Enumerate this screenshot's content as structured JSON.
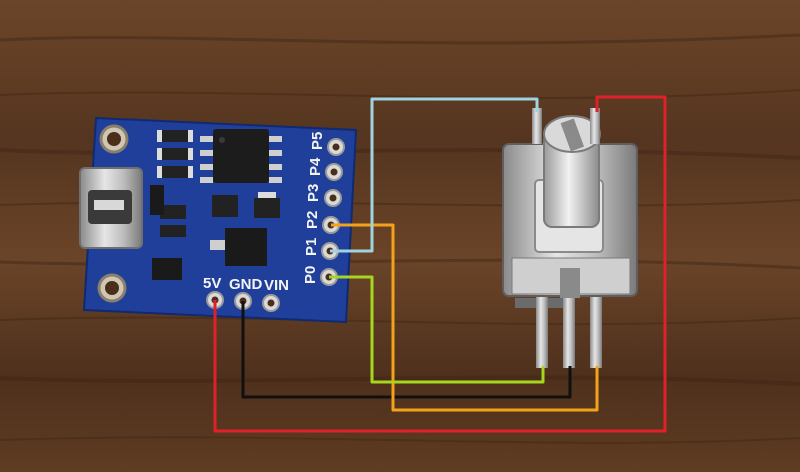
{
  "board": {
    "pin_labels": [
      "P0",
      "P1",
      "P2",
      "P3",
      "P4",
      "P5"
    ],
    "power_labels": [
      "5V",
      "GND",
      "VIN"
    ],
    "pcb_color": "#1f3f9a",
    "usb_connector": "micro-usb"
  },
  "component": {
    "type": "rotary-encoder"
  },
  "wires": [
    {
      "name": "red",
      "color": "#e0202a",
      "from": "5V",
      "to": "encoder-top-right-pin"
    },
    {
      "name": "black",
      "color": "#101010",
      "from": "GND",
      "to": "encoder-middle-pin"
    },
    {
      "name": "yellow",
      "color": "#f2a31a",
      "from": "P2",
      "to": "encoder-right-pin"
    },
    {
      "name": "light-blue",
      "color": "#9fd3df",
      "from": "P1",
      "to": "encoder-top-left-pin"
    },
    {
      "name": "green",
      "color": "#a6d61f",
      "from": "P0",
      "to": "encoder-left-pin"
    }
  ],
  "background": {
    "material": "wood",
    "color": "#5a3a22"
  }
}
